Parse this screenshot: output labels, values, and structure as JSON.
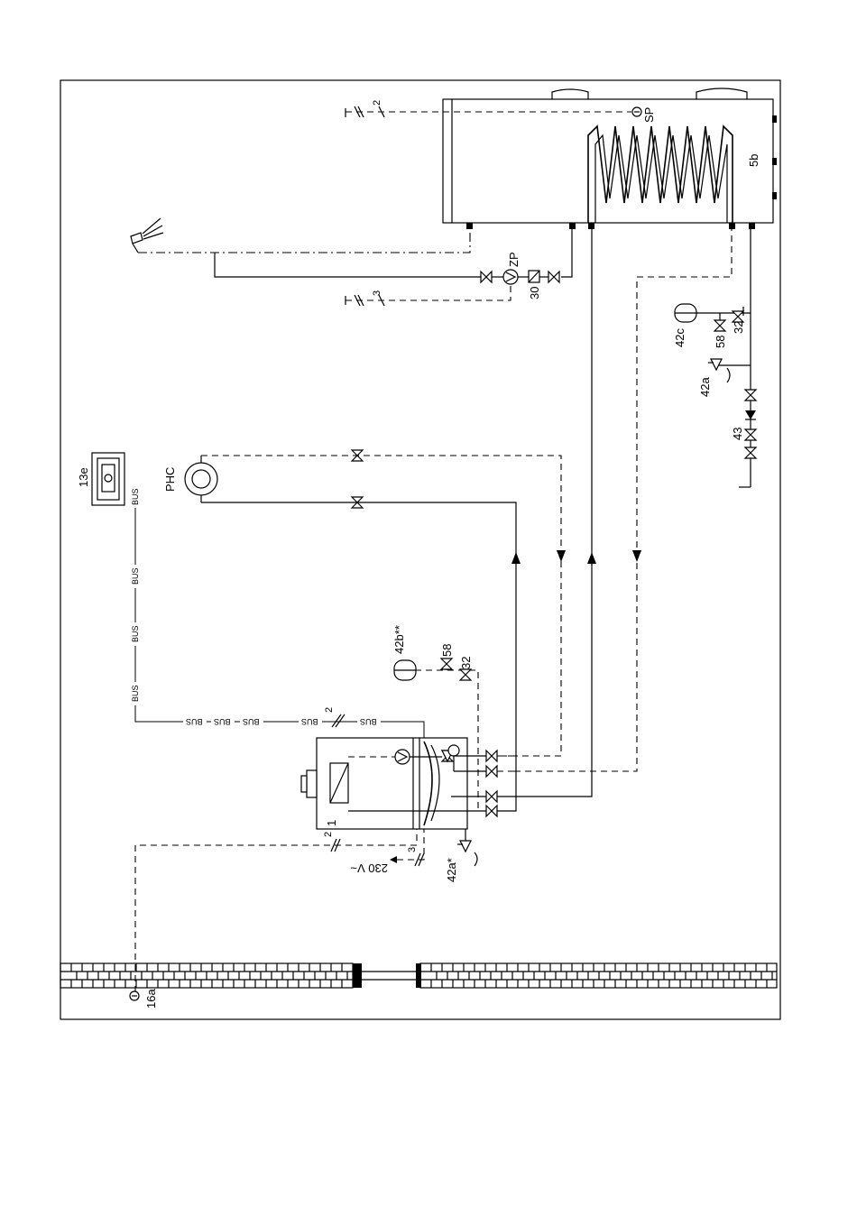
{
  "labels": {
    "tank": "5b",
    "sp": "SP",
    "zp": "ZP",
    "l30": "30",
    "room_unit": "13e",
    "phc": "PHC",
    "exp_vessel_boiler": "42b**",
    "v58_boiler": "58",
    "v32_boiler": "32",
    "exp_vessel_tank": "42c",
    "v58_tank": "58",
    "v32_tank": "32",
    "safety_tank": "42a",
    "v43": "43",
    "boiler": "1",
    "safety_boiler": "42a*",
    "voltage": "230 V~",
    "outdoor_sensor": "16a",
    "wire2_a": "2",
    "wire3_a": "3",
    "wire2_b": "2",
    "wire2_c": "2",
    "wire3_b": "3",
    "bus": "BUS"
  }
}
